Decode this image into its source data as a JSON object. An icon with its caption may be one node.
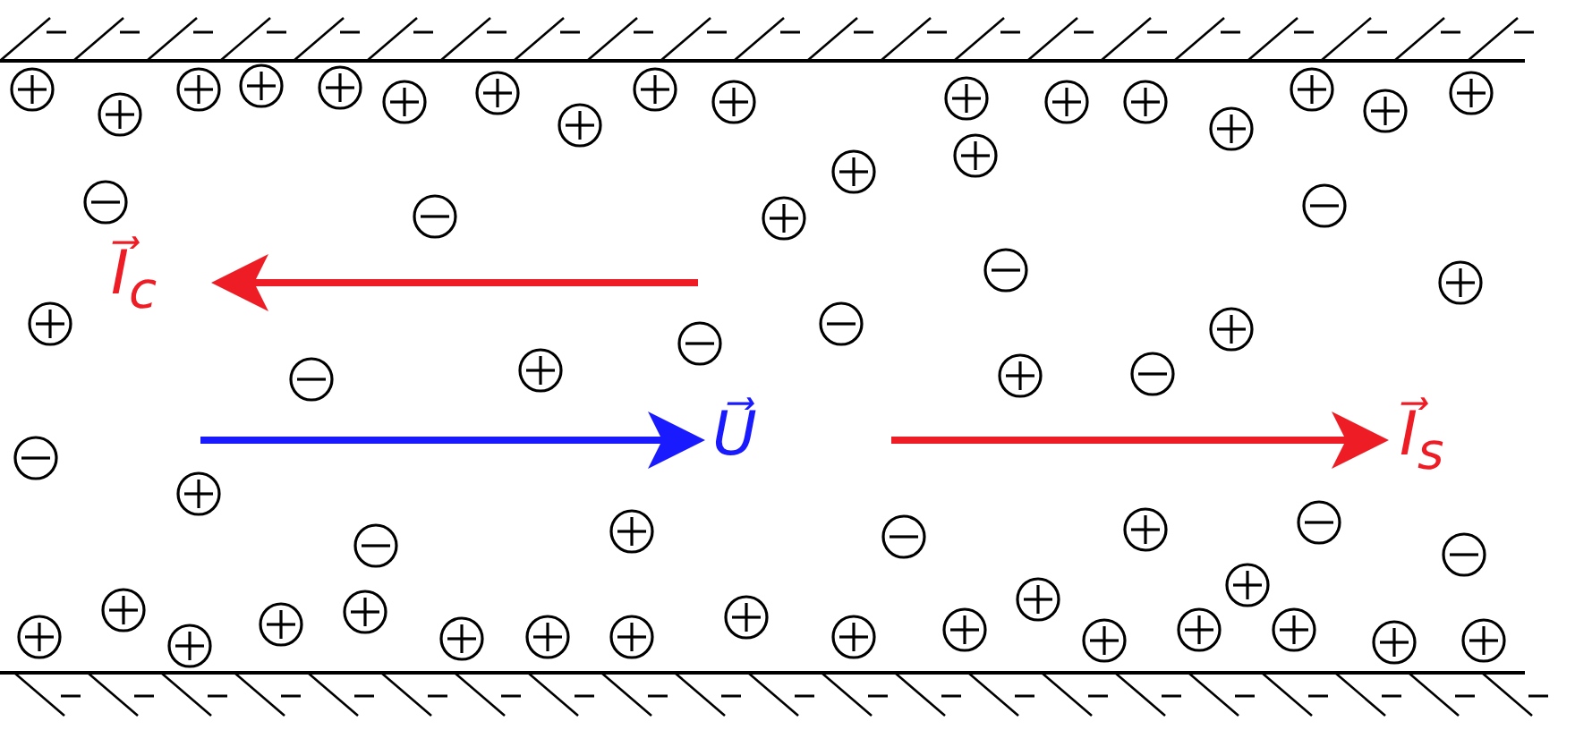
{
  "diagram": {
    "labels": [
      "I⃗$_{c}$",
      "U⃗",
      "I⃗$_{s}$"
    ]
  }
}
